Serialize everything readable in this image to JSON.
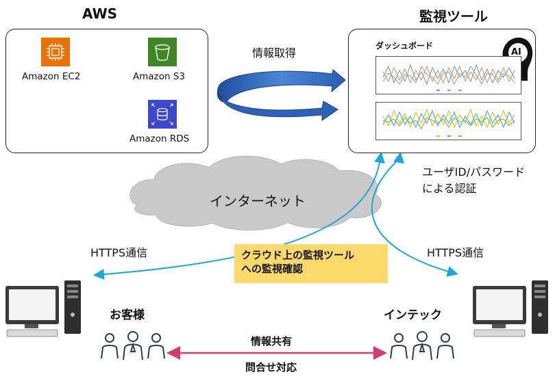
{
  "aws": {
    "title": "AWS",
    "ec2_label": "Amazon EC2",
    "s3_label": "Amazon S3",
    "rds_label": "Amazon RDS",
    "ec2_color": "#ed7100",
    "s3_color": "#3f8624",
    "rds_color": "#3b48cc"
  },
  "monitor": {
    "title": "監視ツール",
    "dashboard_label": "ダッシュボード",
    "ai_label": "AI"
  },
  "flow": {
    "info_acquire": "情報取得",
    "internet": "インターネット",
    "auth_line1": "ユーザID/パスワード",
    "auth_line2": "による認証",
    "https_left": "HTTPS通信",
    "https_right": "HTTPS通信",
    "note_line1": "クラウド上の監視ツール",
    "note_line2": "への監視確認"
  },
  "parties": {
    "customer": "お客様",
    "intec": "インテック",
    "share": "情報共有",
    "inquiry": "問合せ対応"
  },
  "colors": {
    "connection": "#1aa7e0",
    "exchange": "#d63a6e",
    "note_bg": "#fcd96a",
    "cloud": "#c9c9c9",
    "arrow_blue": "#3a6ec2"
  }
}
